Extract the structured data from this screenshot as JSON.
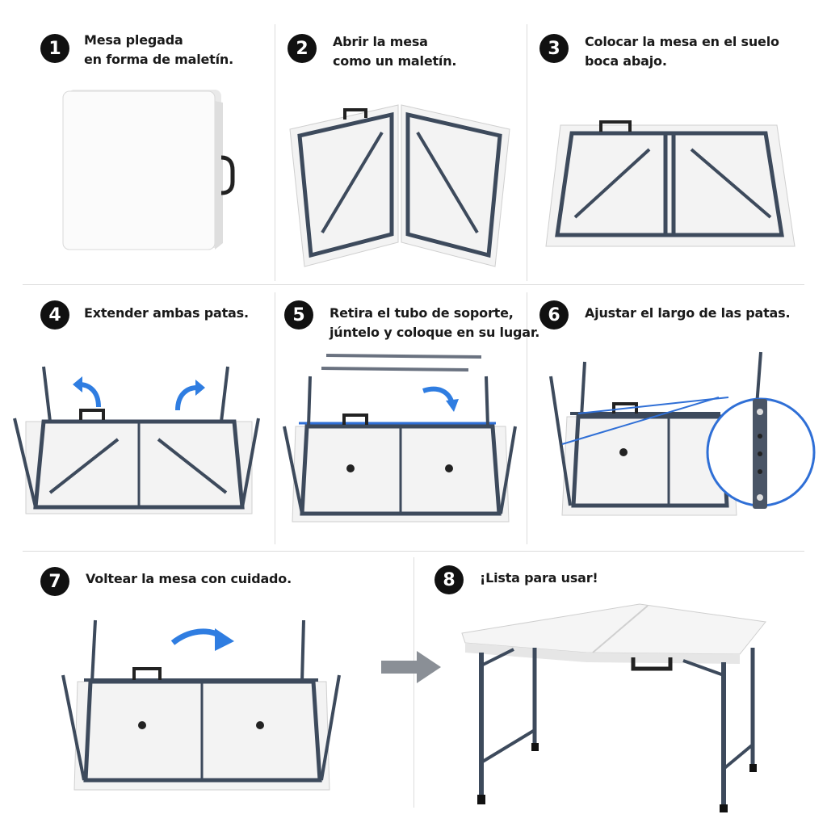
{
  "steps": [
    {
      "number": "1",
      "lines": [
        "Mesa plegada",
        "en forma de maletín."
      ]
    },
    {
      "number": "2",
      "lines": [
        "Abrir la mesa",
        "como un maletín."
      ]
    },
    {
      "number": "3",
      "lines": [
        "Colocar la mesa en el suelo",
        "boca abajo."
      ]
    },
    {
      "number": "4",
      "lines": [
        "Extender ambas patas."
      ]
    },
    {
      "number": "5",
      "lines": [
        "Retira el tubo de soporte,",
        "júntelo y coloque en su lugar."
      ]
    },
    {
      "number": "6",
      "lines": [
        "Ajustar el largo de las patas."
      ]
    },
    {
      "number": "7",
      "lines": [
        "Voltear la mesa con cuidado."
      ]
    },
    {
      "number": "8",
      "lines": [
        "¡Lista para usar!"
      ]
    }
  ],
  "colors": {
    "frame": "#3d4a5c",
    "tabletop": "#f4f4f4",
    "arrow": "#2f7de1",
    "badge": "#111111",
    "next_arrow": "#8a8f96",
    "zoom_ring": "#2f6fd6"
  },
  "icons": [
    "curved-arrow-icon",
    "right-arrow-icon",
    "zoom-circle-icon"
  ]
}
